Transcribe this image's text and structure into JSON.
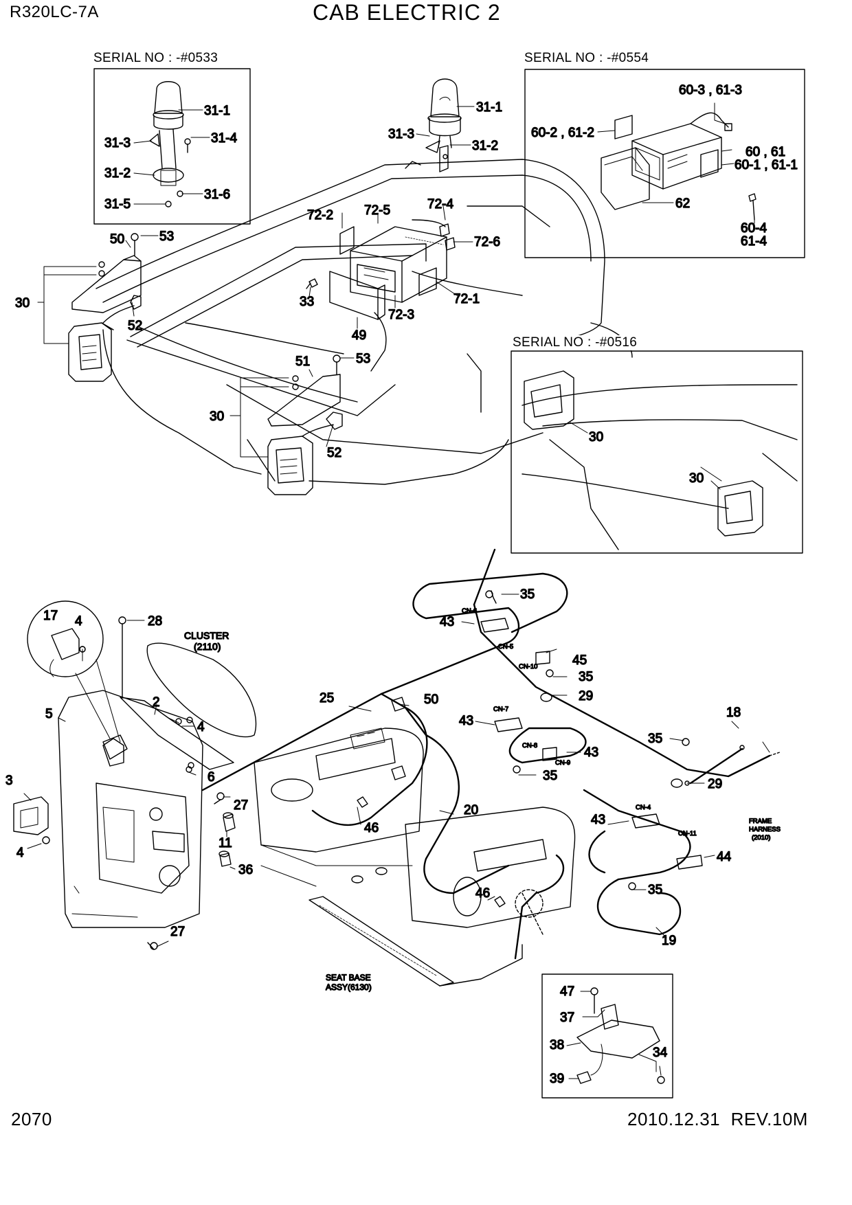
{
  "header": {
    "model": "R320LC-7A",
    "title": "CAB ELECTRIC 2"
  },
  "footer": {
    "page": "2070",
    "revision": "2010.12.31  REV.10M"
  },
  "insets": {
    "beacon_serial": "SERIAL NO : -#0533",
    "radio_serial": "SERIAL NO : -#0554",
    "lamp_serial": "SERIAL NO : -#0516"
  },
  "notes": {
    "cluster": "CLUSTER",
    "cluster_ref": "(2110)",
    "frame": "FRAME",
    "harness": "HARNESS",
    "harness_ref": "(2010)",
    "seat_base": "SEAT BASE",
    "seat_base_ref": "ASSY(6130)"
  },
  "connectors": {
    "cn6": "CN-6",
    "cn5": "CN-5",
    "cn10": "CN-10",
    "cn7": "CN-7",
    "cn8": "CN-8",
    "cn9": "CN-9",
    "cn4": "CN-4",
    "cn11": "CN-11"
  },
  "callouts": {
    "b31_1": "31-1",
    "b31_3": "31-3",
    "b31_4": "31-4",
    "b31_2": "31-2",
    "b31_5": "31-5",
    "b31_6": "31-6",
    "m31_1": "31-1",
    "m31_3": "31-3",
    "m31_2": "31-2",
    "r60_3": "60-3 , 61-3",
    "r60_2": "60-2 , 61-2",
    "r60": "60 , 61",
    "r60_1": "60-1 , 61-1",
    "r62": "62",
    "r60_4": "60-4",
    "r61_4": "61-4",
    "c72_2": "72-2",
    "c72_5": "72-5",
    "c72_4": "72-4",
    "c72_6": "72-6",
    "c72_1": "72-1",
    "c72_3": "72-3",
    "c33": "33",
    "c49": "49",
    "c50a": "50",
    "c53a": "53",
    "c30a": "30",
    "c52a": "52",
    "c51": "51",
    "c53b": "53",
    "c30b": "30",
    "c52b": "52",
    "l30a": "30",
    "l30b": "30",
    "c17": "17",
    "c4a": "4",
    "c28": "28",
    "c5": "5",
    "c2": "2",
    "c4b": "4",
    "c6": "6",
    "c3": "3",
    "c4c": "4",
    "c27a": "27",
    "c11": "11",
    "c36": "36",
    "c27b": "27",
    "c25": "25",
    "c50b": "50",
    "c20": "20",
    "c46a": "46",
    "c46b": "46",
    "c35a": "35",
    "c43a": "43",
    "c45": "45",
    "c35b": "35",
    "c29a": "29",
    "c43b": "43",
    "c43c": "43",
    "c35c": "35",
    "c18": "18",
    "c35d": "35",
    "c29b": "29",
    "c43d": "43",
    "c44": "44",
    "c35e": "35",
    "c19": "19",
    "c47": "47",
    "c37": "37",
    "c38": "38",
    "c34": "34",
    "c39": "39"
  }
}
